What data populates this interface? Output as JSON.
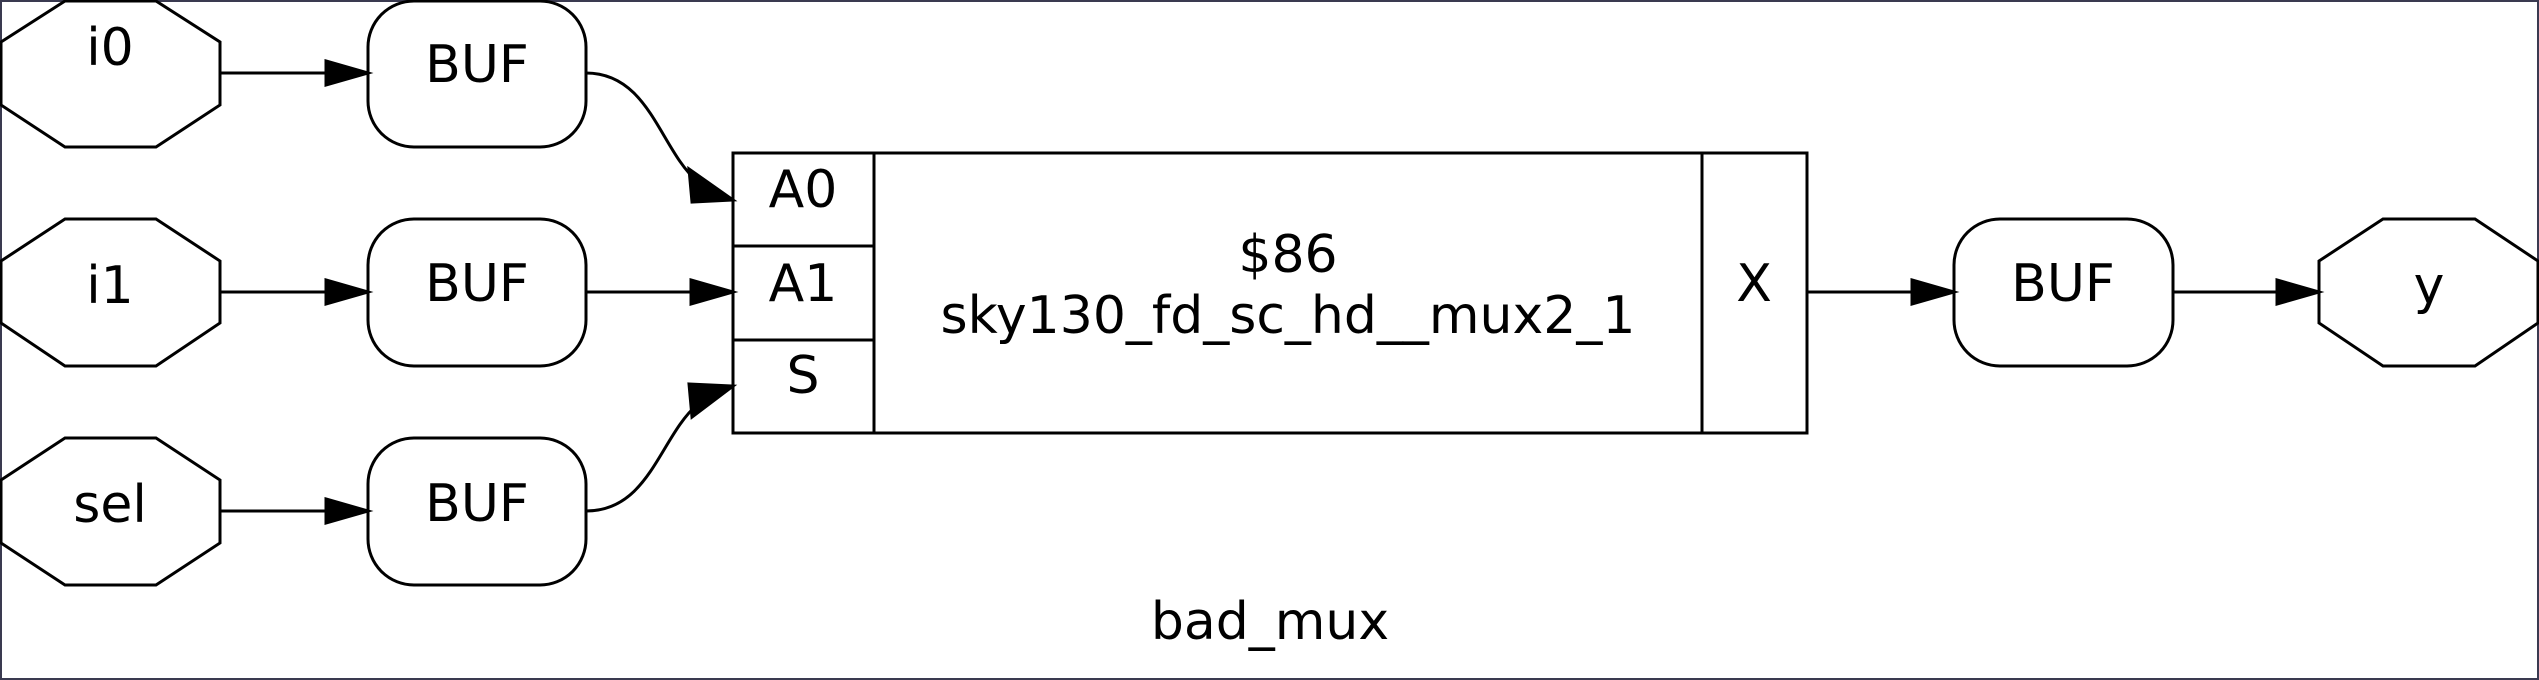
{
  "diagram": {
    "title": "bad_mux",
    "ports": {
      "i0": "i0",
      "i1": "i1",
      "sel": "sel",
      "y": "y"
    },
    "buffers": {
      "buf_i0": "BUF",
      "buf_i1": "BUF",
      "buf_sel": "BUF",
      "buf_y": "BUF"
    },
    "cell": {
      "id": "$86",
      "type": "sky130_fd_sc_hd__mux2_1",
      "inputs": [
        "A0",
        "A1",
        "S"
      ],
      "output": "X"
    },
    "colors": {
      "stroke": "#000000",
      "background": "#ffffff",
      "frame": "#3a3a50"
    }
  }
}
